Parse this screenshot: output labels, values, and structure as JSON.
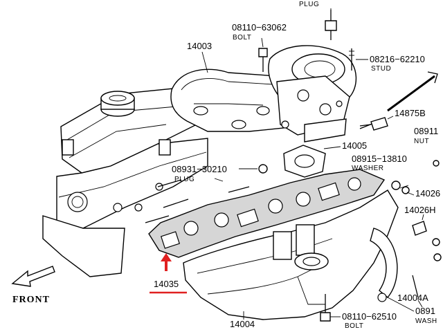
{
  "labels": {
    "plug_top": "PLUG",
    "bolt_top_no": "08110−63062",
    "bolt_top_cap": "BOLT",
    "manifold_upper": "14003",
    "stud_no": "08216−62210",
    "stud_cap": "STUD",
    "sensor": "14875B",
    "nut_no": "08911",
    "nut_cap": "NUT",
    "gasket_small": "14005",
    "washer_no": "08915−13810",
    "washer_cap": "WASHER",
    "plug_mid_no": "08931−30210",
    "plug_mid_cap": "PLUG",
    "part_14026": "14026",
    "part_14026h": "14026H",
    "gasket_main": "14035",
    "front": "FRONT",
    "part_14004a": "14004A",
    "bolt_bottom_no": "08110−62510",
    "bolt_bottom_cap": "BOLT",
    "manifold_lower": "14004",
    "washer2_no": "0891",
    "washer2_cap": "WASH"
  },
  "highlight_color": "#e02020"
}
